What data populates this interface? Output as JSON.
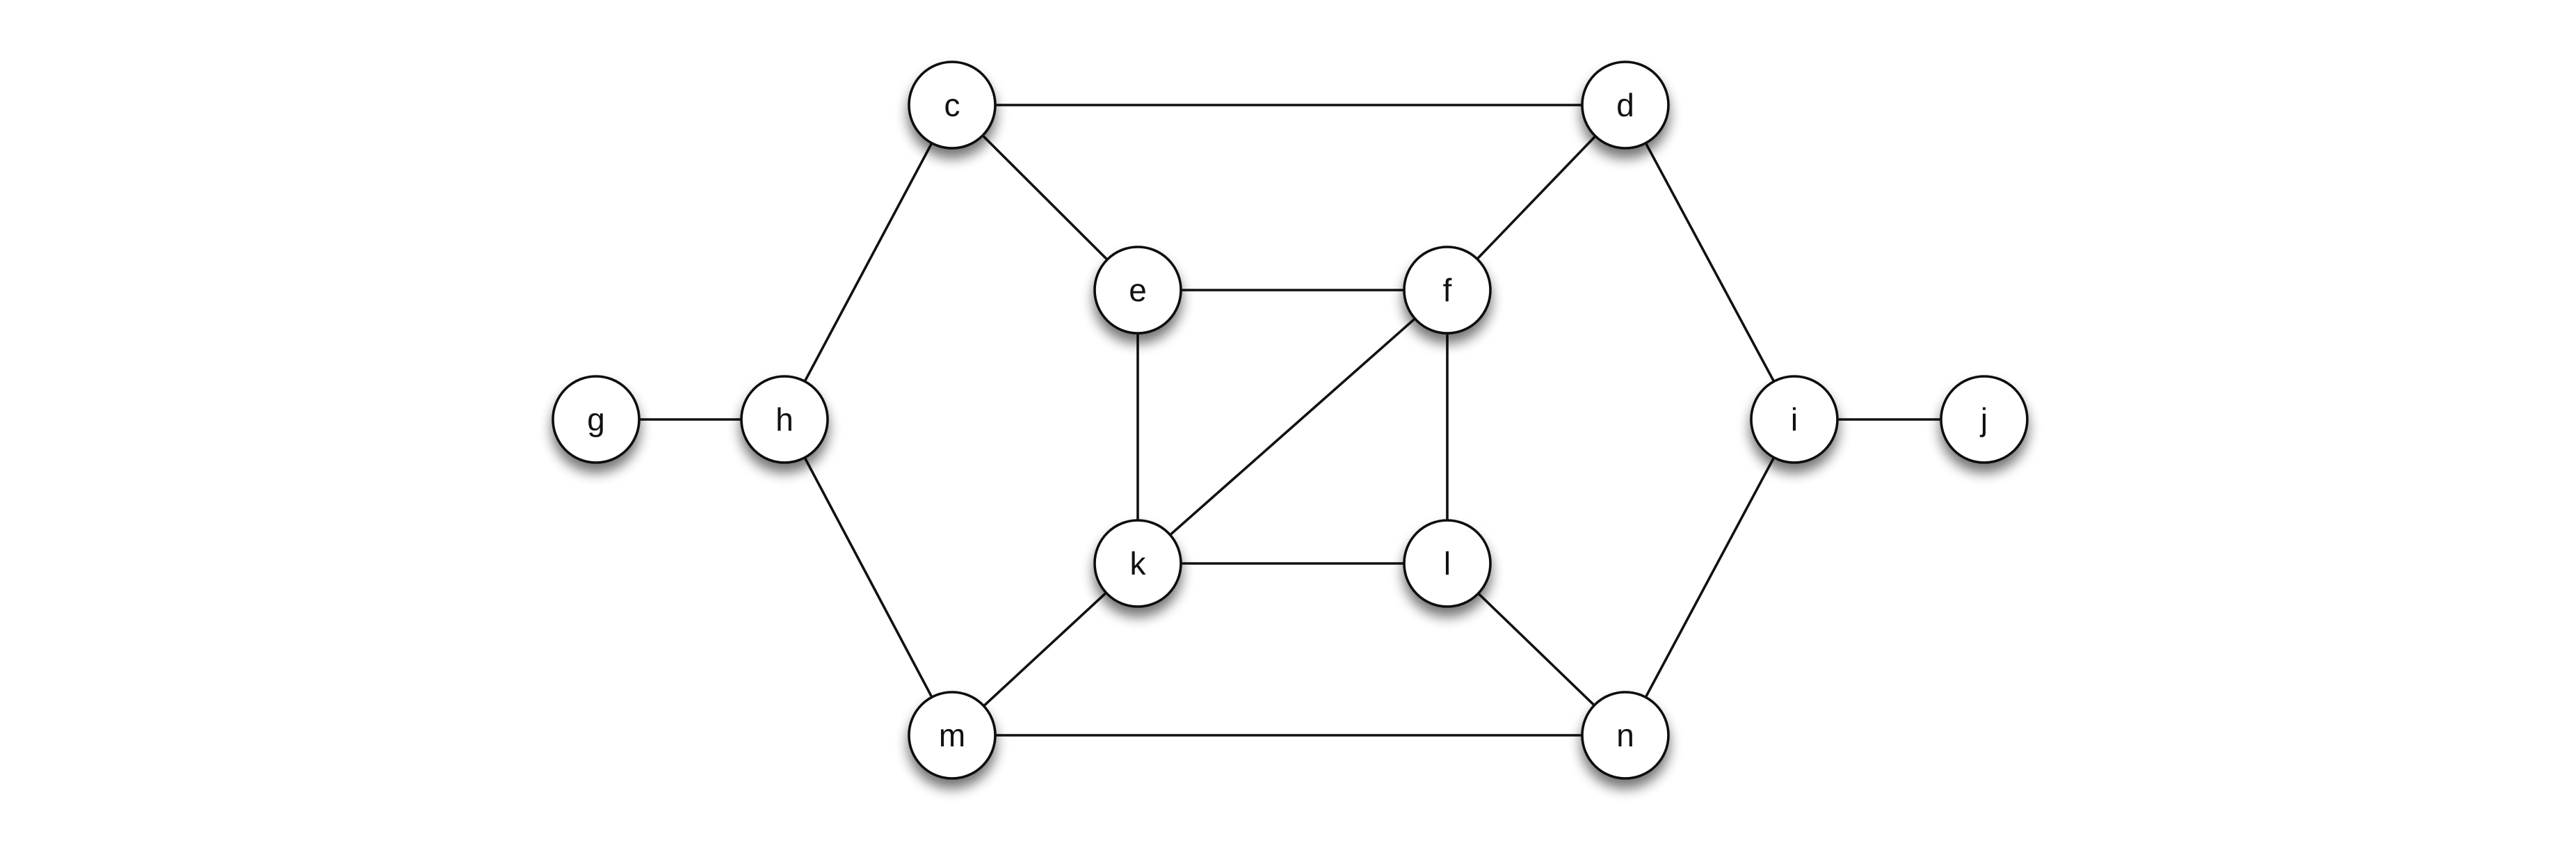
{
  "diagram": {
    "type": "undirected-graph",
    "nodes": [
      {
        "id": "c",
        "label": "c"
      },
      {
        "id": "d",
        "label": "d"
      },
      {
        "id": "e",
        "label": "e"
      },
      {
        "id": "f",
        "label": "f"
      },
      {
        "id": "g",
        "label": "g"
      },
      {
        "id": "h",
        "label": "h"
      },
      {
        "id": "i",
        "label": "i"
      },
      {
        "id": "j",
        "label": "j"
      },
      {
        "id": "k",
        "label": "k"
      },
      {
        "id": "l",
        "label": "l"
      },
      {
        "id": "m",
        "label": "m"
      },
      {
        "id": "n",
        "label": "n"
      }
    ],
    "edges": [
      [
        "c",
        "d"
      ],
      [
        "c",
        "h"
      ],
      [
        "c",
        "e"
      ],
      [
        "d",
        "f"
      ],
      [
        "d",
        "i"
      ],
      [
        "e",
        "f"
      ],
      [
        "e",
        "k"
      ],
      [
        "f",
        "k"
      ],
      [
        "f",
        "l"
      ],
      [
        "g",
        "h"
      ],
      [
        "h",
        "m"
      ],
      [
        "i",
        "j"
      ],
      [
        "i",
        "n"
      ],
      [
        "k",
        "l"
      ],
      [
        "k",
        "m"
      ],
      [
        "l",
        "n"
      ],
      [
        "m",
        "n"
      ]
    ]
  }
}
